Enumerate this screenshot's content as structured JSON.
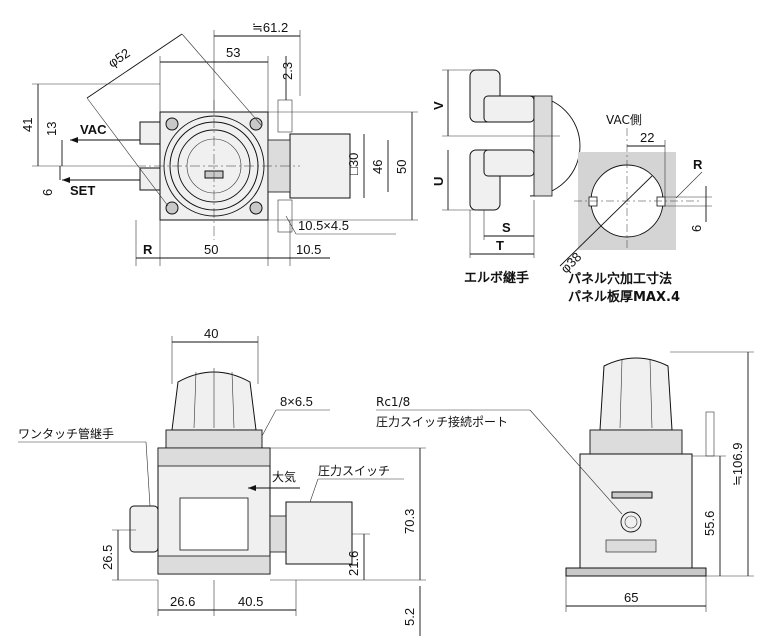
{
  "top_left_view": {
    "dims": {
      "phi52": "φ52",
      "approx_61_2": "≒61.2",
      "w53": "53",
      "d2_3": "2.3",
      "h41": "41",
      "h13": "13",
      "h6": "6",
      "sq30": "□30",
      "h46": "46",
      "h50": "50",
      "slot": "10.5×4.5",
      "R": "R",
      "w50": "50",
      "w10_5": "10.5"
    },
    "labels": {
      "vac": "VAC",
      "set": "SET"
    }
  },
  "elbow_view": {
    "dims": {
      "V": "V",
      "U": "U",
      "S": "S",
      "T": "T"
    },
    "caption": "エルボ継手"
  },
  "panel_view": {
    "dims": {
      "vac_side": "VAC側",
      "w22": "22",
      "R": "R",
      "h6": "6",
      "phi38": "φ38"
    },
    "caption_line1": "パネル穴加工寸法",
    "caption_line2": "パネル板厚MAX.4"
  },
  "front_view": {
    "dims": {
      "w40": "40",
      "slot": "8×6.5",
      "h70_3": "70.3",
      "h26_5": "26.5",
      "h21_6": "21.6",
      "w26_6": "26.6",
      "w40_5": "40.5",
      "h5_2": "5.2"
    },
    "labels": {
      "one_touch": "ワンタッチ管継手",
      "exhaust": "大気",
      "pressure_switch": "圧力スイッチ"
    }
  },
  "side_view": {
    "dims": {
      "approx_106_9": "≒106.9",
      "h55_6": "55.6",
      "w65": "65"
    },
    "labels": {
      "port_size": "Rc1/8",
      "port_name": "圧力スイッチ接続ポート"
    }
  }
}
